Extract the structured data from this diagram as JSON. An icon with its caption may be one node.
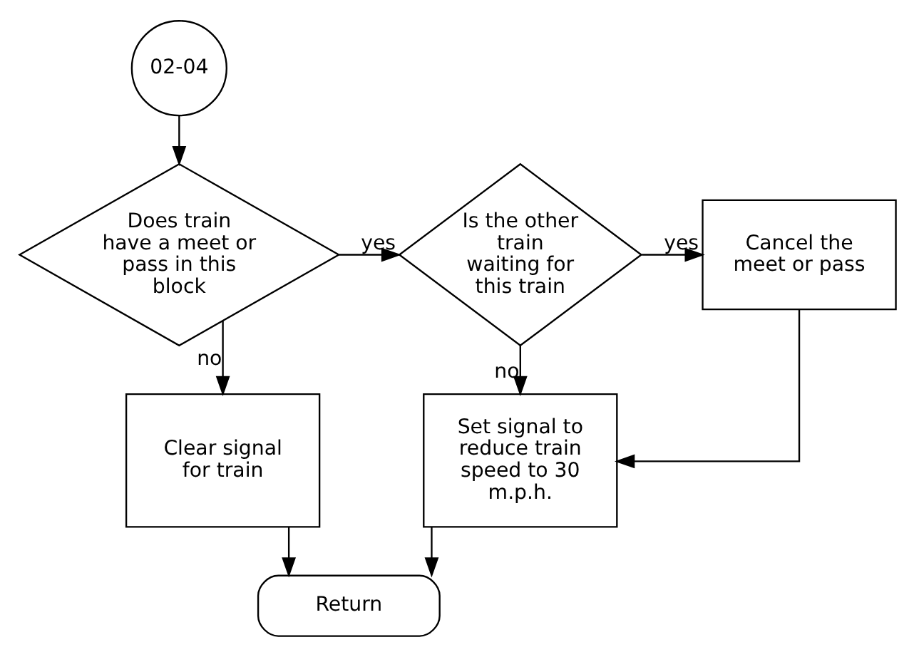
{
  "diagram": {
    "nodes": [
      {
        "text": [
          "02-04"
        ]
      },
      {
        "text": [
          "Does train have a meet or pass in this block"
        ]
      },
      {
        "text": [
          "Is the other train waiting for this train"
        ]
      },
      {
        "text": [
          "Cancel the meet or pass"
        ]
      },
      {
        "text": [
          "Clear signal for train"
        ]
      },
      {
        "text": [
          "Set signal to reduce train speed to 30 m.p.h."
        ]
      },
      {
        "text": [
          "Return"
        ]
      }
    ],
    "edges": [
      {
        "from": 0,
        "to": 1,
        "arrow": "to"
      },
      {
        "from": 1,
        "to": 2,
        "arrow": "to",
        "label": "yes"
      },
      {
        "from": 1,
        "to": 4,
        "arrow": "to",
        "label": "no"
      },
      {
        "from": 2,
        "to": 3,
        "arrow": "to",
        "label": "yes"
      },
      {
        "from": 2,
        "to": 5,
        "arrow": "to",
        "label": "no"
      },
      {
        "from": 3,
        "to": 5,
        "arrow": "to"
      },
      {
        "from": 4,
        "to": 6,
        "arrow": "to"
      },
      {
        "from": 5,
        "to": 6,
        "arrow": "to"
      }
    ]
  }
}
